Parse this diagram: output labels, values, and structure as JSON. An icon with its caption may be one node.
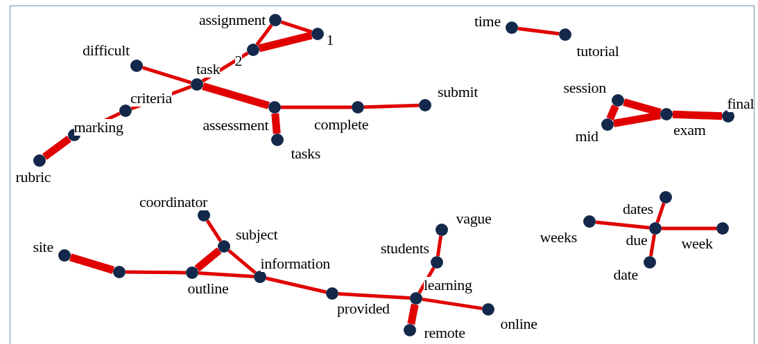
{
  "diagram": {
    "nodes": [
      {
        "text": [
          "assignment"
        ]
      },
      {
        "text": [
          "1"
        ]
      },
      {
        "text": [
          "2"
        ]
      },
      {
        "text": [
          "difficult"
        ]
      },
      {
        "text": [
          "task"
        ]
      },
      {
        "text": [
          "criteria"
        ]
      },
      {
        "text": [
          "marking"
        ]
      },
      {
        "text": [
          "rubric"
        ]
      },
      {
        "text": [
          "assessment"
        ]
      },
      {
        "text": [
          "tasks"
        ]
      },
      {
        "text": [
          "complete"
        ]
      },
      {
        "text": [
          "submit"
        ]
      },
      {
        "text": [
          "time"
        ]
      },
      {
        "text": [
          "tutorial"
        ]
      },
      {
        "text": [
          "session"
        ]
      },
      {
        "text": [
          "exam"
        ]
      },
      {
        "text": [
          "final"
        ]
      },
      {
        "text": [
          "mid"
        ]
      },
      {
        "text": [
          "coordinator"
        ]
      },
      {
        "text": [
          "subject"
        ]
      },
      {
        "text": [
          "site"
        ]
      },
      {
        "text": [],
        "shape": "circle"
      },
      {
        "text": [
          "outline"
        ]
      },
      {
        "text": [
          "information"
        ]
      },
      {
        "text": [
          "provided"
        ]
      },
      {
        "text": [
          "vague"
        ]
      },
      {
        "text": [
          "students"
        ]
      },
      {
        "text": [
          "learning"
        ]
      },
      {
        "text": [
          "remote"
        ]
      },
      {
        "text": [
          "online"
        ]
      },
      {
        "text": [
          "weeks"
        ]
      },
      {
        "text": [
          "dates"
        ]
      },
      {
        "text": [
          "due"
        ]
      },
      {
        "text": [
          "week"
        ]
      },
      {
        "text": [
          "date"
        ]
      }
    ],
    "edges": [
      {
        "from": 0,
        "to": 1,
        "arrow": "none"
      },
      {
        "from": 0,
        "to": 2,
        "arrow": "none"
      },
      {
        "from": 2,
        "to": 1,
        "arrow": "none",
        "style": "thick"
      },
      {
        "from": 2,
        "to": 4,
        "arrow": "none"
      },
      {
        "from": 3,
        "to": 4,
        "arrow": "none"
      },
      {
        "from": 4,
        "to": 8,
        "arrow": "none",
        "style": "thick"
      },
      {
        "from": 4,
        "to": 5,
        "arrow": "none"
      },
      {
        "from": 5,
        "to": 6,
        "arrow": "none"
      },
      {
        "from": 6,
        "to": 7,
        "arrow": "none",
        "style": "thick"
      },
      {
        "from": 8,
        "to": 10,
        "arrow": "none"
      },
      {
        "from": 10,
        "to": 11,
        "arrow": "none"
      },
      {
        "from": 8,
        "to": 9,
        "arrow": "none",
        "style": "thick"
      },
      {
        "from": 12,
        "to": 13,
        "arrow": "none"
      },
      {
        "from": 14,
        "to": 15,
        "arrow": "none",
        "style": "thick"
      },
      {
        "from": 17,
        "to": 15,
        "arrow": "none",
        "style": "thick"
      },
      {
        "from": 14,
        "to": 17,
        "arrow": "none",
        "style": "thick"
      },
      {
        "from": 15,
        "to": 16,
        "arrow": "none",
        "style": "thick"
      },
      {
        "from": 18,
        "to": 19,
        "arrow": "none"
      },
      {
        "from": 19,
        "to": 22,
        "arrow": "none",
        "style": "thick"
      },
      {
        "from": 19,
        "to": 23,
        "arrow": "none"
      },
      {
        "from": 20,
        "to": 21,
        "arrow": "none",
        "style": "thick"
      },
      {
        "from": 21,
        "to": 22,
        "arrow": "none"
      },
      {
        "from": 22,
        "to": 23,
        "arrow": "none"
      },
      {
        "from": 23,
        "to": 24,
        "arrow": "none"
      },
      {
        "from": 24,
        "to": 27,
        "arrow": "none"
      },
      {
        "from": 27,
        "to": 29,
        "arrow": "none"
      },
      {
        "from": 27,
        "to": 26,
        "arrow": "none"
      },
      {
        "from": 26,
        "to": 25,
        "arrow": "none"
      },
      {
        "from": 27,
        "to": 28,
        "arrow": "none",
        "style": "thick"
      },
      {
        "from": 30,
        "to": 32,
        "arrow": "none"
      },
      {
        "from": 31,
        "to": 32,
        "arrow": "none"
      },
      {
        "from": 32,
        "to": 33,
        "arrow": "none"
      },
      {
        "from": 32,
        "to": 34,
        "arrow": "none"
      }
    ]
  }
}
